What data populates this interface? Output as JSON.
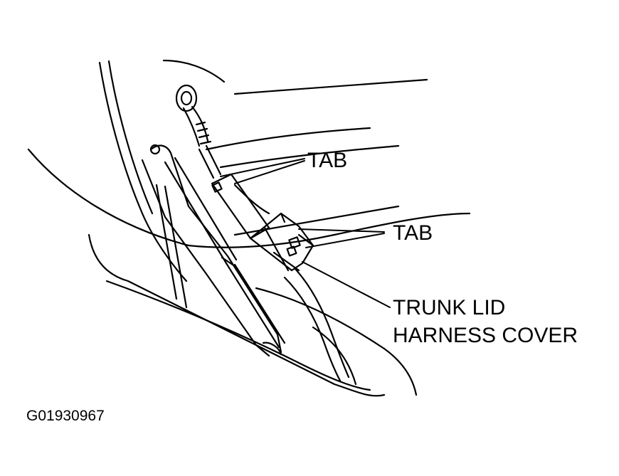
{
  "labels": {
    "tab_upper": "TAB",
    "tab_lower": "TAB",
    "harness_line1": "TRUNK LID",
    "harness_line2": "HARNESS COVER"
  },
  "figure_id": "G01930967",
  "colors": {
    "ink": "#000000",
    "paper": "#ffffff"
  }
}
